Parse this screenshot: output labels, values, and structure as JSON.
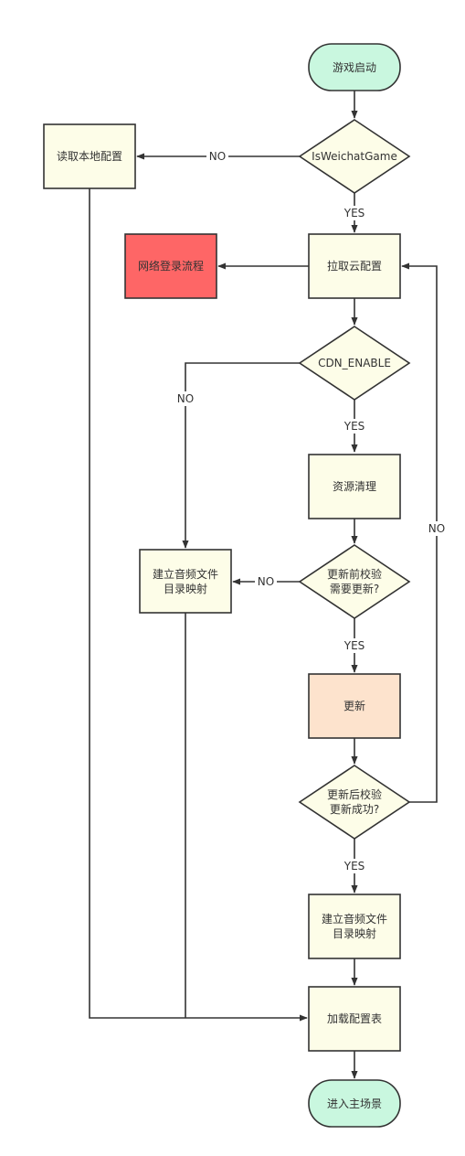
{
  "colors": {
    "terminal": "#c9f7df",
    "process": "#fdfde8",
    "decision": "#fdfde8",
    "network": "#fe6666",
    "update": "#fde3cd",
    "stroke": "#333333"
  },
  "nodes": {
    "start": "游戏启动",
    "is_weichat": "IsWeichatGame",
    "read_local": "读取本地配置",
    "pull_cloud": "拉取云配置",
    "network_login": "网络登录流程",
    "cdn_enable": "CDN_ENABLE",
    "clean_res": "资源清理",
    "pre_check_l1": "更新前校验",
    "pre_check_l2": "需要更新?",
    "audio_map_left_l1": "建立音频文件",
    "audio_map_left_l2": "目录映射",
    "update": "更新",
    "post_check_l1": "更新后校验",
    "post_check_l2": "更新成功?",
    "audio_map_l1": "建立音频文件",
    "audio_map_l2": "目录映射",
    "load_table": "加载配置表",
    "enter_scene": "进入主场景"
  },
  "edges": {
    "weichat_no": "NO",
    "weichat_yes": "YES",
    "cdn_no": "NO",
    "cdn_yes": "YES",
    "pre_no": "NO",
    "pre_yes": "YES",
    "post_no": "NO",
    "post_yes": "YES"
  }
}
